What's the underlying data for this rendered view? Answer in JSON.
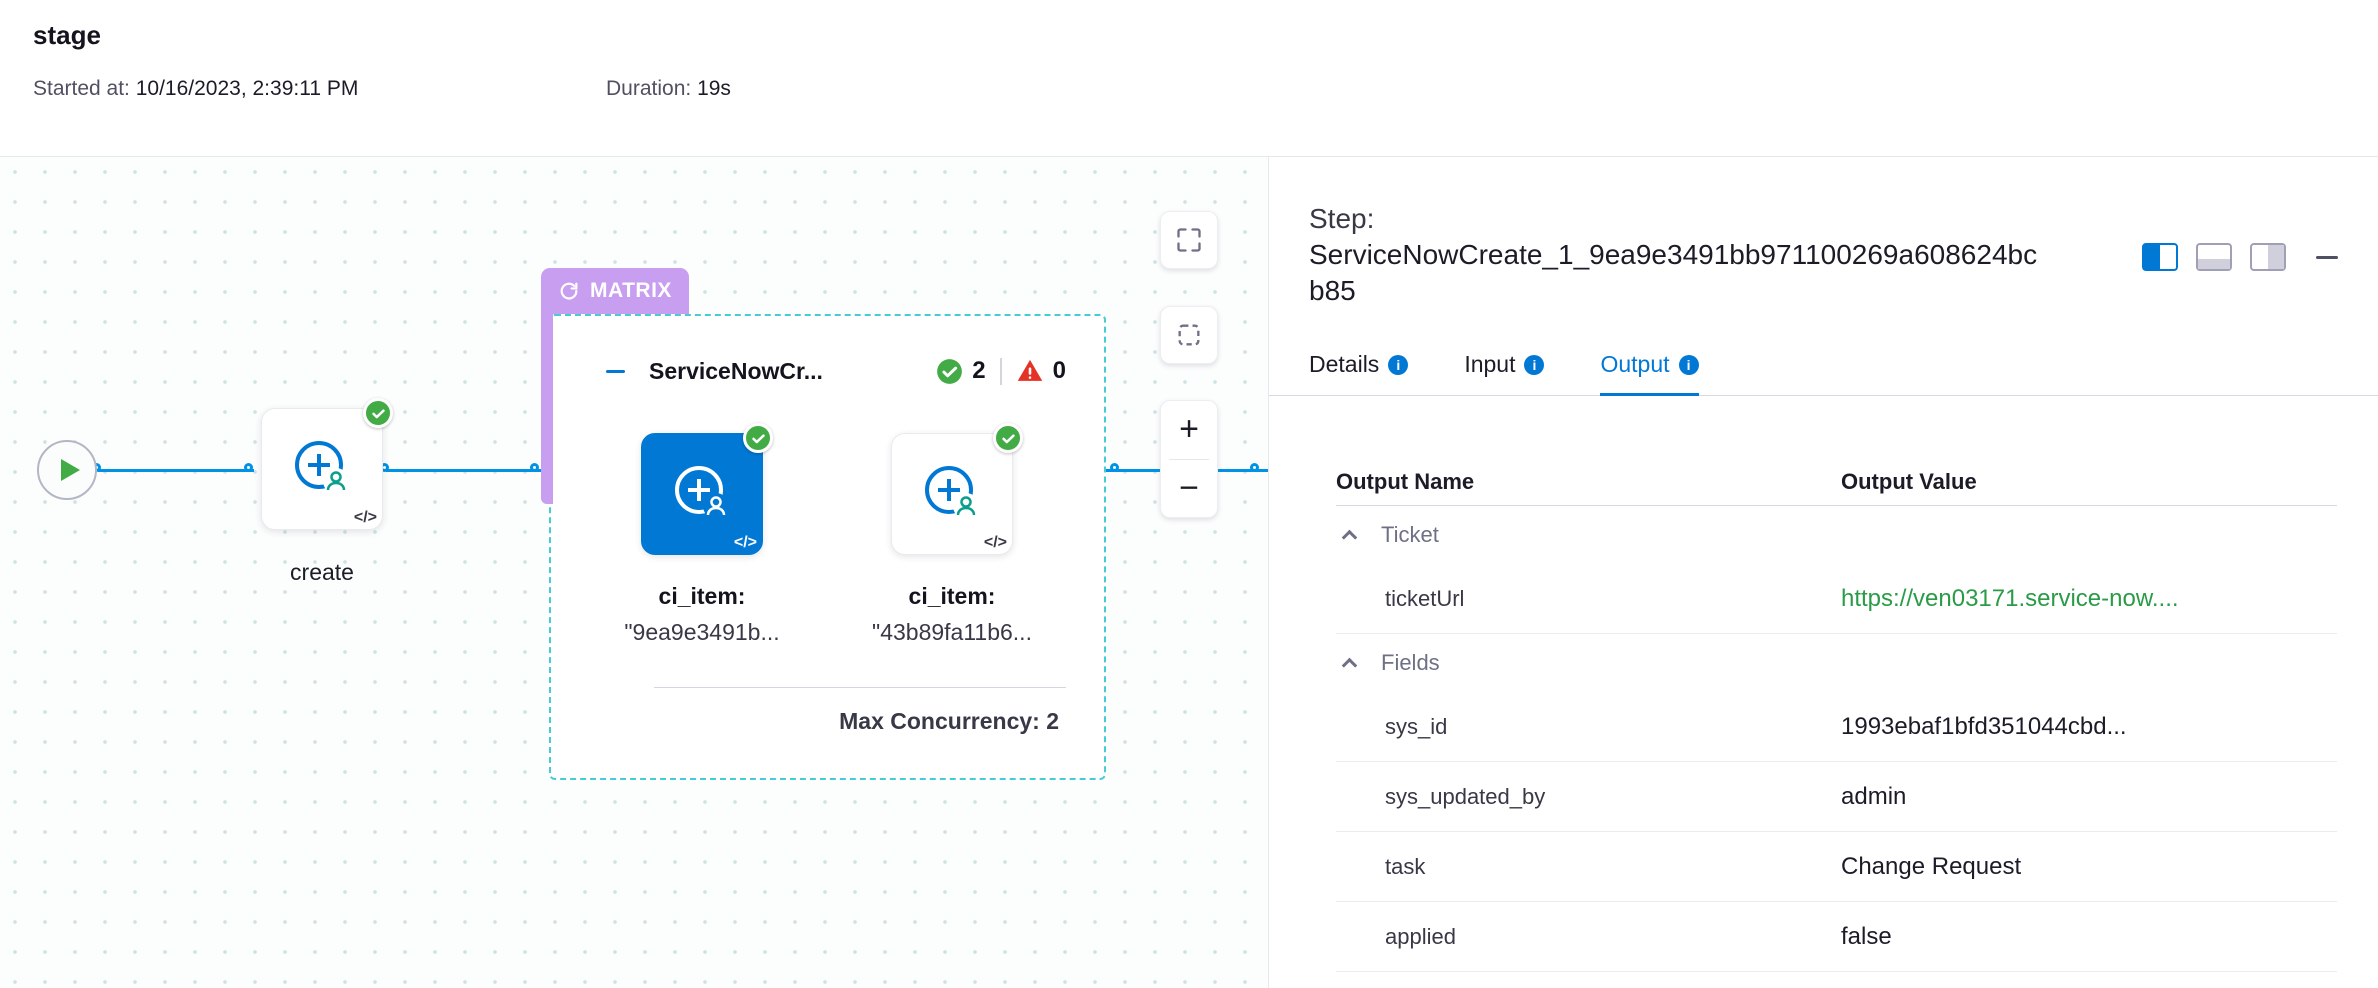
{
  "header": {
    "title": "stage",
    "started_label": "Started at:",
    "started_value": "10/16/2023, 2:39:11 PM",
    "duration_label": "Duration:",
    "duration_value": "19s"
  },
  "canvas": {
    "create_label": "create",
    "code_glyph": "</>",
    "matrix": {
      "badge": "MATRIX",
      "title": "ServiceNowCr...",
      "success_count": "2",
      "failed_count": "0",
      "nodes": [
        {
          "key": "ci_item:",
          "value": "\"9ea9e3491b..."
        },
        {
          "key": "ci_item:",
          "value": "\"43b89fa11b6..."
        }
      ],
      "max_concurrency": "Max Concurrency: 2"
    },
    "controls": {
      "zoom_in": "+",
      "zoom_out": "−"
    }
  },
  "panel": {
    "step_label": "Step:",
    "step_name": "ServiceNowCreate_1_9ea9e3491bb971100269a608624bcb85",
    "tabs": [
      {
        "label": "Details"
      },
      {
        "label": "Input"
      },
      {
        "label": "Output"
      }
    ],
    "active_tab": "Output",
    "table": {
      "col_name": "Output Name",
      "col_value": "Output Value",
      "groups": [
        {
          "name": "Ticket",
          "rows": [
            {
              "name": "ticketUrl",
              "value": "https://ven03171.service-now...."
            }
          ]
        },
        {
          "name": "Fields",
          "rows": [
            {
              "name": "sys_id",
              "value": "1993ebaf1bfd351044cbd..."
            },
            {
              "name": "sys_updated_by",
              "value": "admin"
            },
            {
              "name": "task",
              "value": "Change Request"
            },
            {
              "name": "applied",
              "value": "false"
            }
          ]
        }
      ]
    }
  },
  "colors": {
    "accent": "#0278d5",
    "success": "#42ab45",
    "danger": "#e43326",
    "matrix_purple": "#c89ef0",
    "edge_blue": "#0092e4",
    "link_green": "#2a9b47"
  }
}
